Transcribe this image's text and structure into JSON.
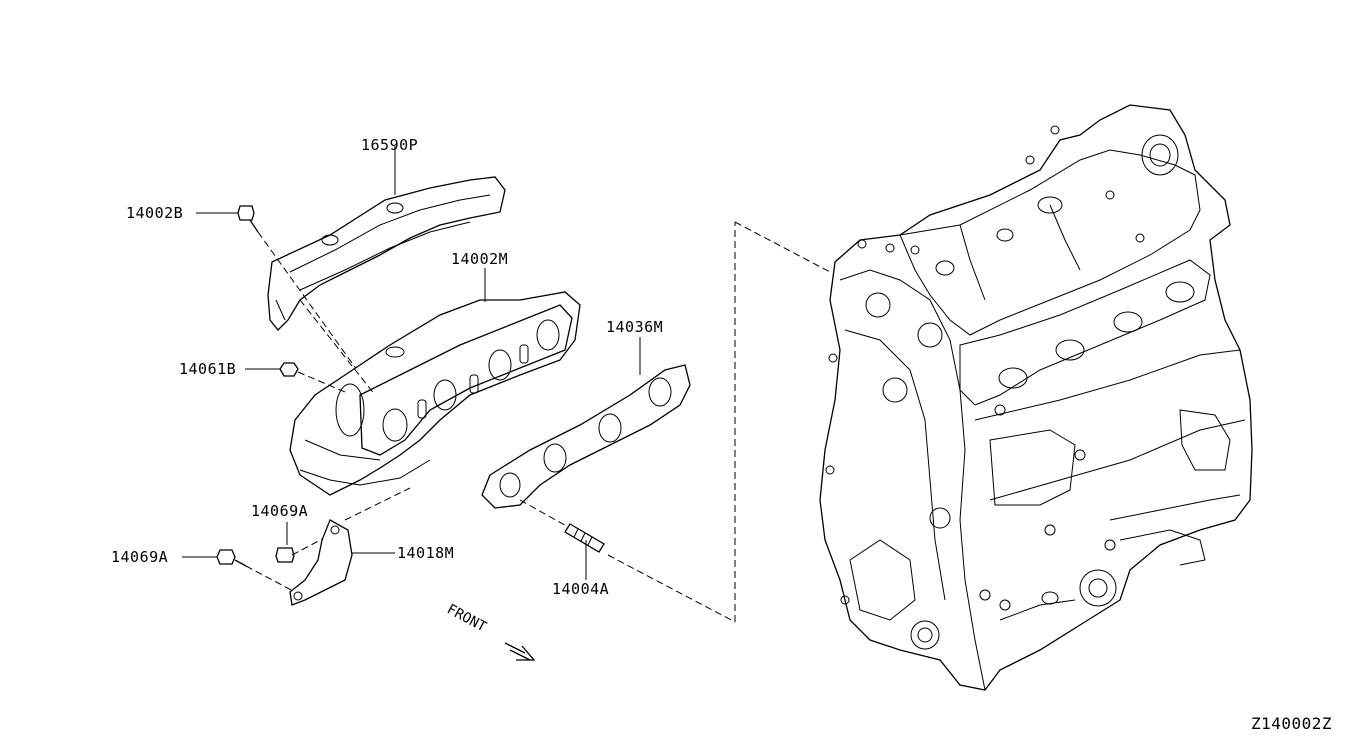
{
  "diagram": {
    "figure_code": "Z140002Z",
    "front_indicator": "FRONT",
    "parts": [
      {
        "id": "16590P",
        "label": "16590P"
      },
      {
        "id": "14002B",
        "label": "14002B"
      },
      {
        "id": "14002M",
        "label": "14002M"
      },
      {
        "id": "14036M",
        "label": "14036M"
      },
      {
        "id": "14061B",
        "label": "14061B"
      },
      {
        "id": "14069A_upper",
        "label": "14069A"
      },
      {
        "id": "14069A_lower",
        "label": "14069A"
      },
      {
        "id": "14018M",
        "label": "14018M"
      },
      {
        "id": "14004A",
        "label": "14004A"
      }
    ]
  }
}
